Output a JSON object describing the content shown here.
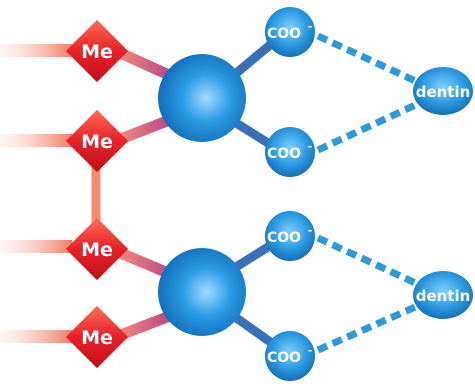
{
  "labels": {
    "metal": "Me",
    "carboxylate": "COO",
    "charge": "-",
    "substrate": "dentin"
  },
  "units": [
    {
      "metals": [
        "Me",
        "Me"
      ],
      "carboxylates": [
        "COO",
        "COO"
      ],
      "target": "dentin"
    },
    {
      "metals": [
        "Me",
        "Me"
      ],
      "carboxylates": [
        "COO",
        "COO"
      ],
      "target": "dentin"
    }
  ],
  "colors": {
    "metal_red": "#e8202a",
    "bond_pink": "#f08a7a",
    "core_blue": "#1e8fd8",
    "arm_blue": "#3a6fb8",
    "dash_blue": "#2a9ad8"
  }
}
